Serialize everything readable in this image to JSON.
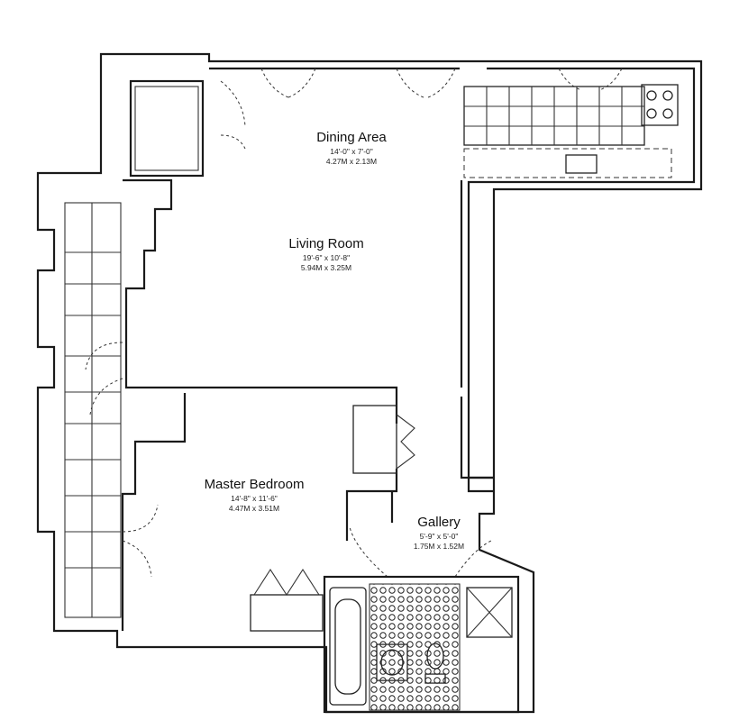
{
  "rooms": {
    "dining": {
      "name": "Dining Area",
      "dim_imperial": "14'-0\" x 7'-0\"",
      "dim_metric": "4.27M x 2.13M"
    },
    "living": {
      "name": "Living Room",
      "dim_imperial": "19'-6\" x 10'-8\"",
      "dim_metric": "5.94M x 3.25M"
    },
    "bedroom": {
      "name": "Master Bedroom",
      "dim_imperial": "14'-8\" x 11'-6\"",
      "dim_metric": "4.47M x 3.51M"
    },
    "gallery": {
      "name": "Gallery",
      "dim_imperial": "5'-9\" x 5'-0\"",
      "dim_metric": "1.75M x 1.52M"
    }
  }
}
